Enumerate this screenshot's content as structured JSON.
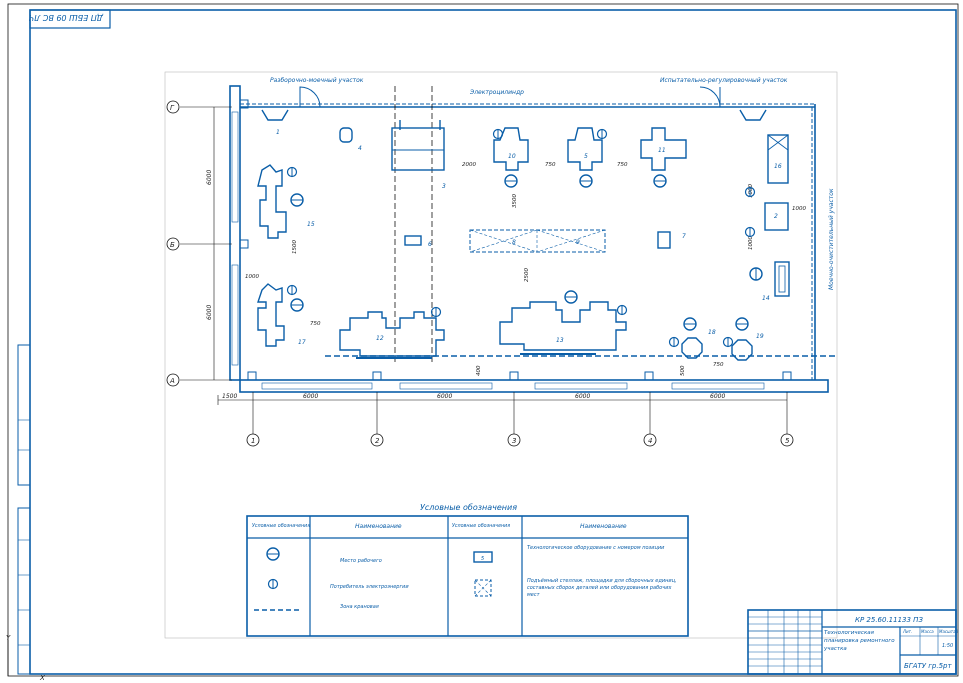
{
  "header": {
    "sheet_stamp": "ДП ЕБШ 09 ВС ЛЧ"
  },
  "plan": {
    "zones": {
      "assembly_left": "Разборочно-моечный участок",
      "electrical": "Электроцилиндр",
      "test_right": "Испытательно-регулировочный участок",
      "storage_right": "Моечно-очистительный участок"
    },
    "axes_rows": [
      "Г",
      "Б",
      "А"
    ],
    "axes_cols": [
      "1",
      "2",
      "3",
      "4",
      "5"
    ],
    "dims_bottom": [
      "1500",
      "6000",
      "6000",
      "6000",
      "6000"
    ],
    "dims_left": [
      "6000",
      "6000"
    ],
    "dims_inner": {
      "d2000": "2000",
      "d750a": "750",
      "d750b": "750",
      "d750c": "750",
      "d3500": "3500",
      "d2500": "2500",
      "d1000a": "1000",
      "d1000b": "1000",
      "d1500": "1500",
      "d1000c": "1000",
      "d1000d": "1000",
      "d750d": "750",
      "d400": "400",
      "d500": "500"
    },
    "labels": {
      "n1": "1",
      "n2": "2",
      "n3": "3",
      "n4": "4",
      "n5": "5",
      "n6": "6",
      "n7": "7",
      "n8": "8",
      "n9": "9",
      "n10": "10",
      "n11": "11",
      "n12": "12",
      "n13": "13",
      "n14": "14",
      "n15": "15",
      "n16": "16",
      "n17": "17",
      "n18": "18",
      "n19": "19"
    }
  },
  "legend": {
    "title": "Условные обозначения",
    "head_symbol": "Условные обозначения",
    "head_name": "Наименование",
    "head_symbol2": "Условные обозначения",
    "head_name2": "Наименование",
    "row1_name": "Место рабочего",
    "row2_name": "Потребитель электроэнергии",
    "row3_name": "Зона крановая",
    "row1_name2": "Технологическое оборудование с номером позиции",
    "row2_name2": "Подъёмный стеллаж, площадки для сборочных единиц, составных сборок деталей или оборудования рабочих мест",
    "box_num": "5"
  },
  "title_block": {
    "doc_code": "КР 25.60.11133 ПЗ",
    "doc_title": "Технологическая планировка ремонтного участка",
    "org": "БГАТУ гр.5рт",
    "sheet_format": "1:50",
    "col_lit": "Лит.",
    "col_mass": "Масса",
    "col_scale": "Масштаб"
  }
}
